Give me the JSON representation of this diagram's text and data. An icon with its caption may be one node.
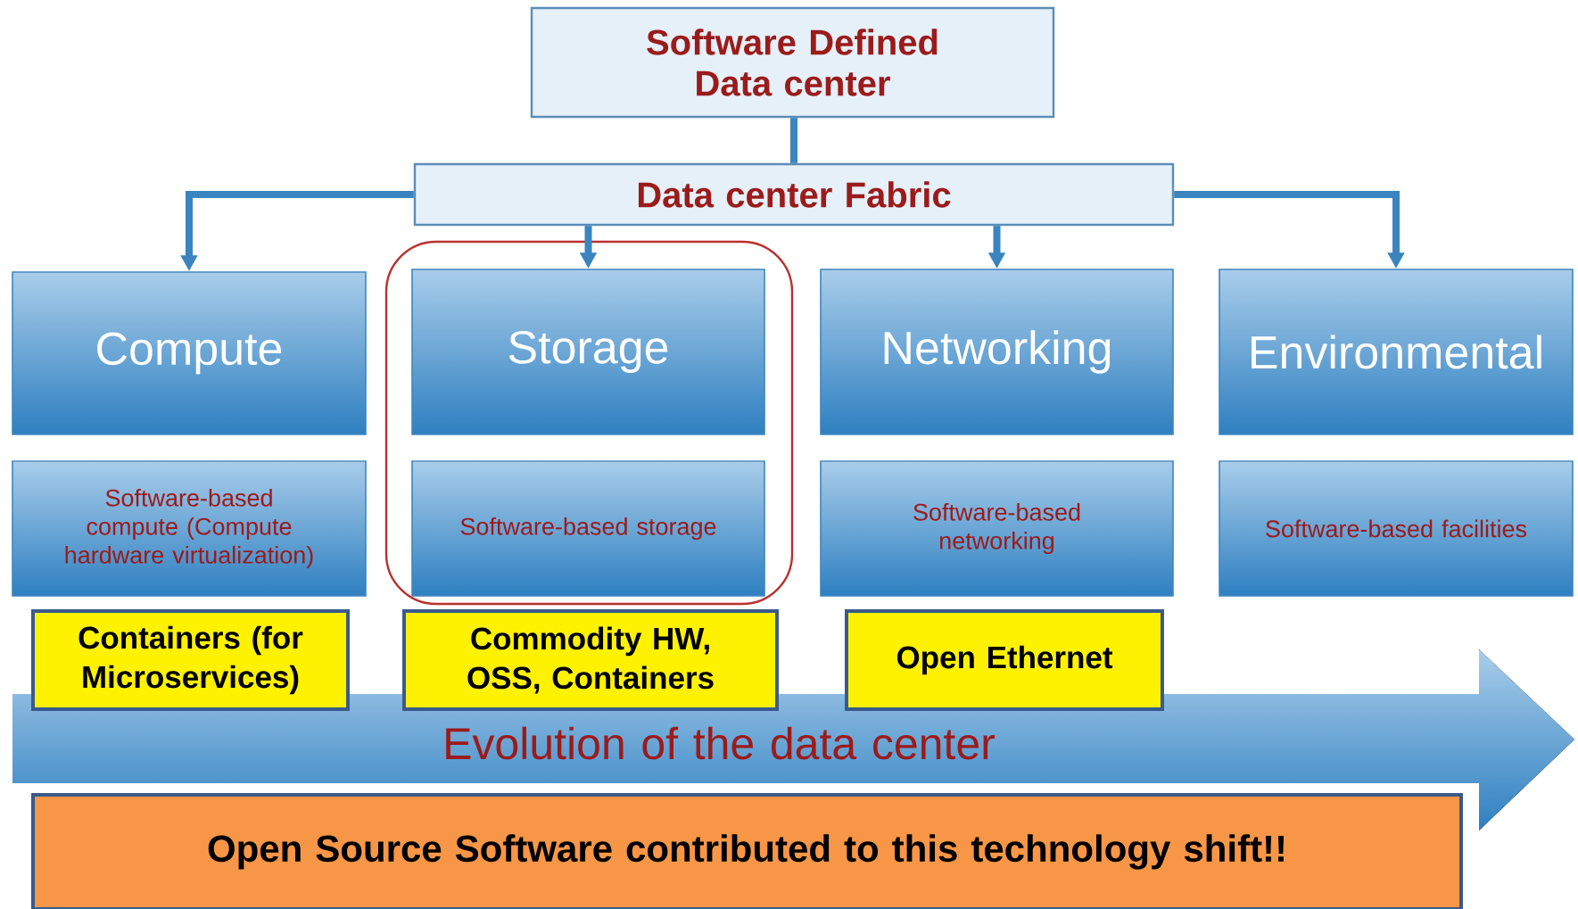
{
  "diagram": {
    "nodes": [
      {
        "text": [
          "Software Defined Data center"
        ]
      },
      {
        "text": [
          "Data center Fabric"
        ]
      },
      {
        "text": [
          "Compute"
        ]
      },
      {
        "text": [
          "Software-based compute (Compute hardware virtualization)"
        ]
      },
      {
        "text": [],
        "shape": "box"
      },
      {
        "text": [
          "Storage"
        ],
        "in": 4
      },
      {
        "text": [
          "Software-based storage"
        ],
        "in": 4
      },
      {
        "text": [
          "Networking"
        ]
      },
      {
        "text": [
          "Software-based networking"
        ]
      },
      {
        "text": [
          "Environmental"
        ]
      },
      {
        "text": [
          "Software-based facilities"
        ]
      },
      {
        "text": [
          "Containers (for Microservices)"
        ]
      },
      {
        "text": [
          "Commodity HW, OSS, Containers"
        ]
      },
      {
        "text": [
          "Open Ethernet"
        ]
      },
      {
        "text": [
          "Evolution of the data center"
        ]
      },
      {
        "text": [
          "Open Source Software contributed to this technology shift!!"
        ]
      }
    ],
    "edges": [
      {
        "from": 0,
        "to": 1,
        "arrow": "none"
      },
      {
        "from": 1,
        "to": 2,
        "arrow": "to"
      },
      {
        "from": 1,
        "to": 5,
        "arrow": "to"
      },
      {
        "from": 1,
        "to": 7,
        "arrow": "to"
      },
      {
        "from": 1,
        "to": 9,
        "arrow": "to"
      }
    ]
  }
}
